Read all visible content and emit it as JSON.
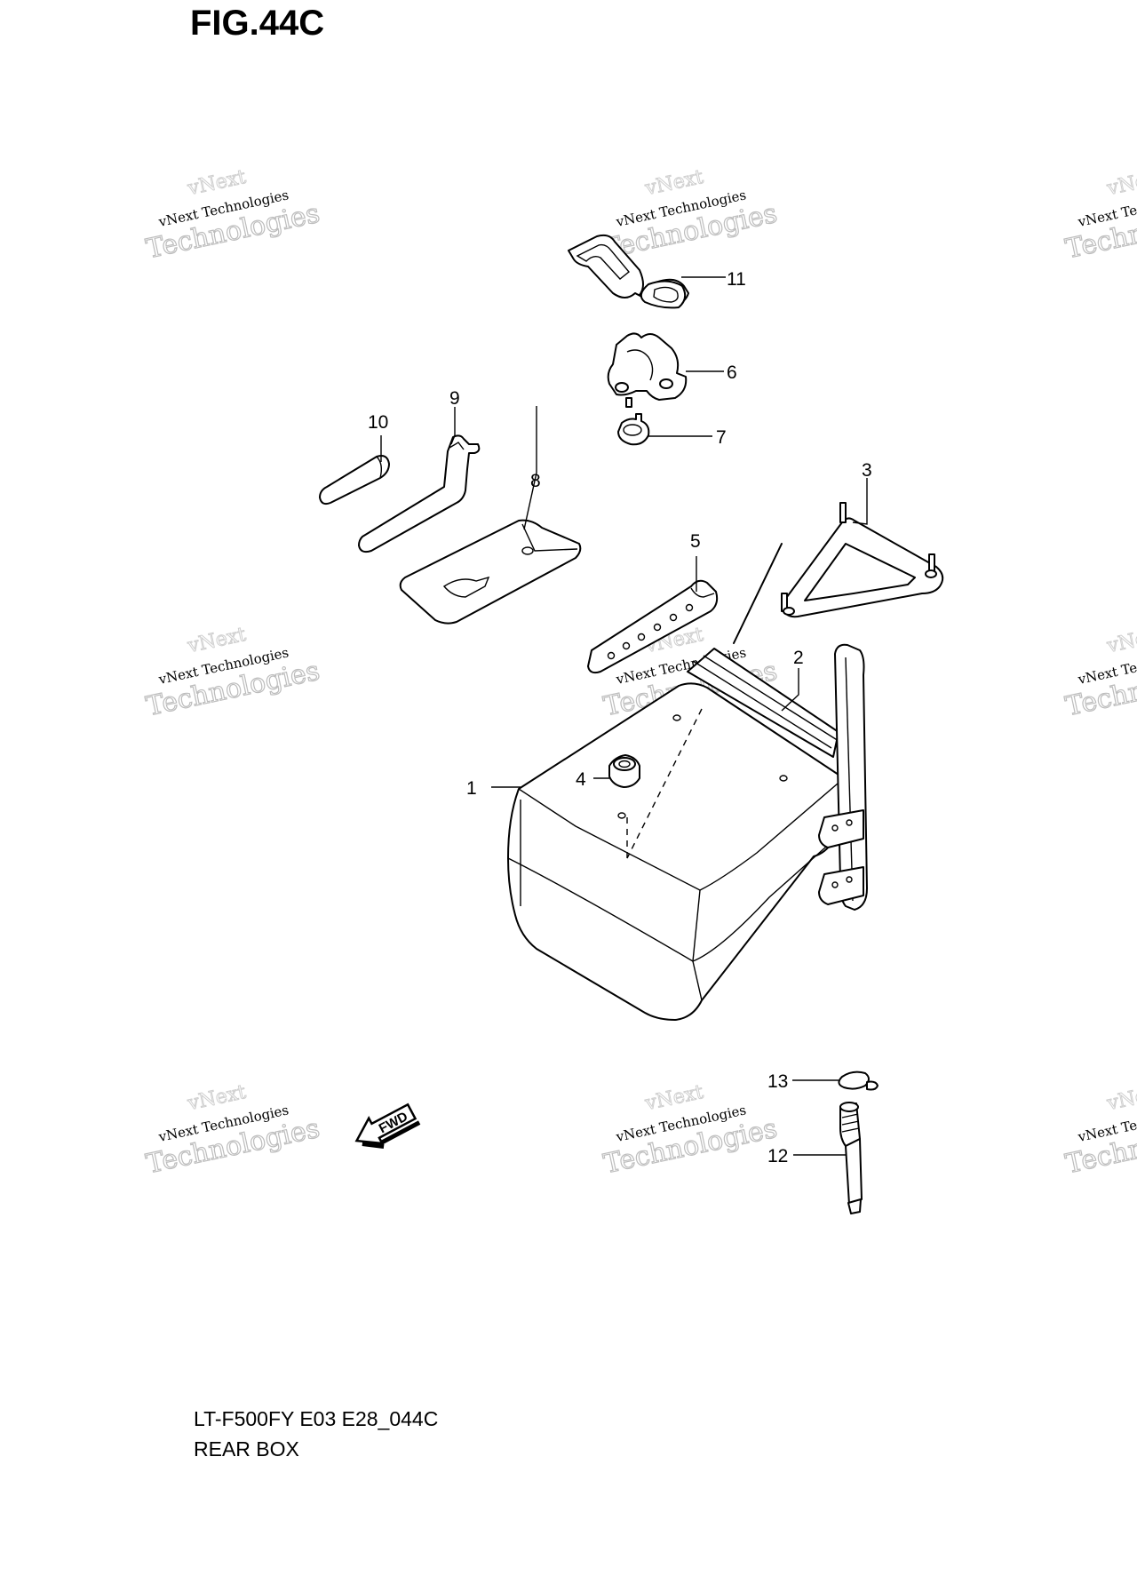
{
  "figure": {
    "title": "FIG.44C",
    "model_code": "LT-F500FY E03 E28_044C",
    "caption": "REAR BOX"
  },
  "watermark": {
    "line1": "vNext",
    "line2": "vNext Technologies",
    "line3": "Technologies"
  },
  "fwd_arrow_label": "FWD",
  "parts": [
    {
      "number": "1"
    },
    {
      "number": "2"
    },
    {
      "number": "3"
    },
    {
      "number": "4"
    },
    {
      "number": "5"
    },
    {
      "number": "6"
    },
    {
      "number": "7"
    },
    {
      "number": "8"
    },
    {
      "number": "9"
    },
    {
      "number": "10"
    },
    {
      "number": "11"
    },
    {
      "number": "12"
    },
    {
      "number": "13"
    }
  ]
}
